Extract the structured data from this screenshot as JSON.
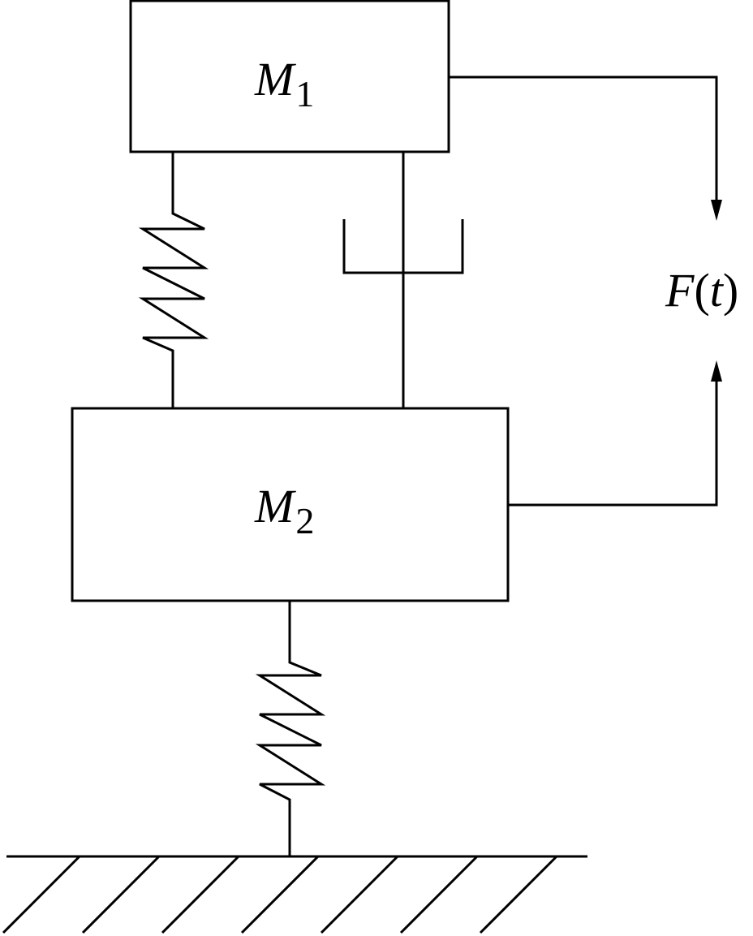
{
  "diagram": {
    "mass_top": {
      "symbol": "M",
      "subscript": "1"
    },
    "mass_bottom": {
      "symbol": "M",
      "subscript": "2"
    },
    "force": {
      "symbol": "F",
      "open_paren": "(",
      "variable": "t",
      "close_paren": ")"
    }
  }
}
